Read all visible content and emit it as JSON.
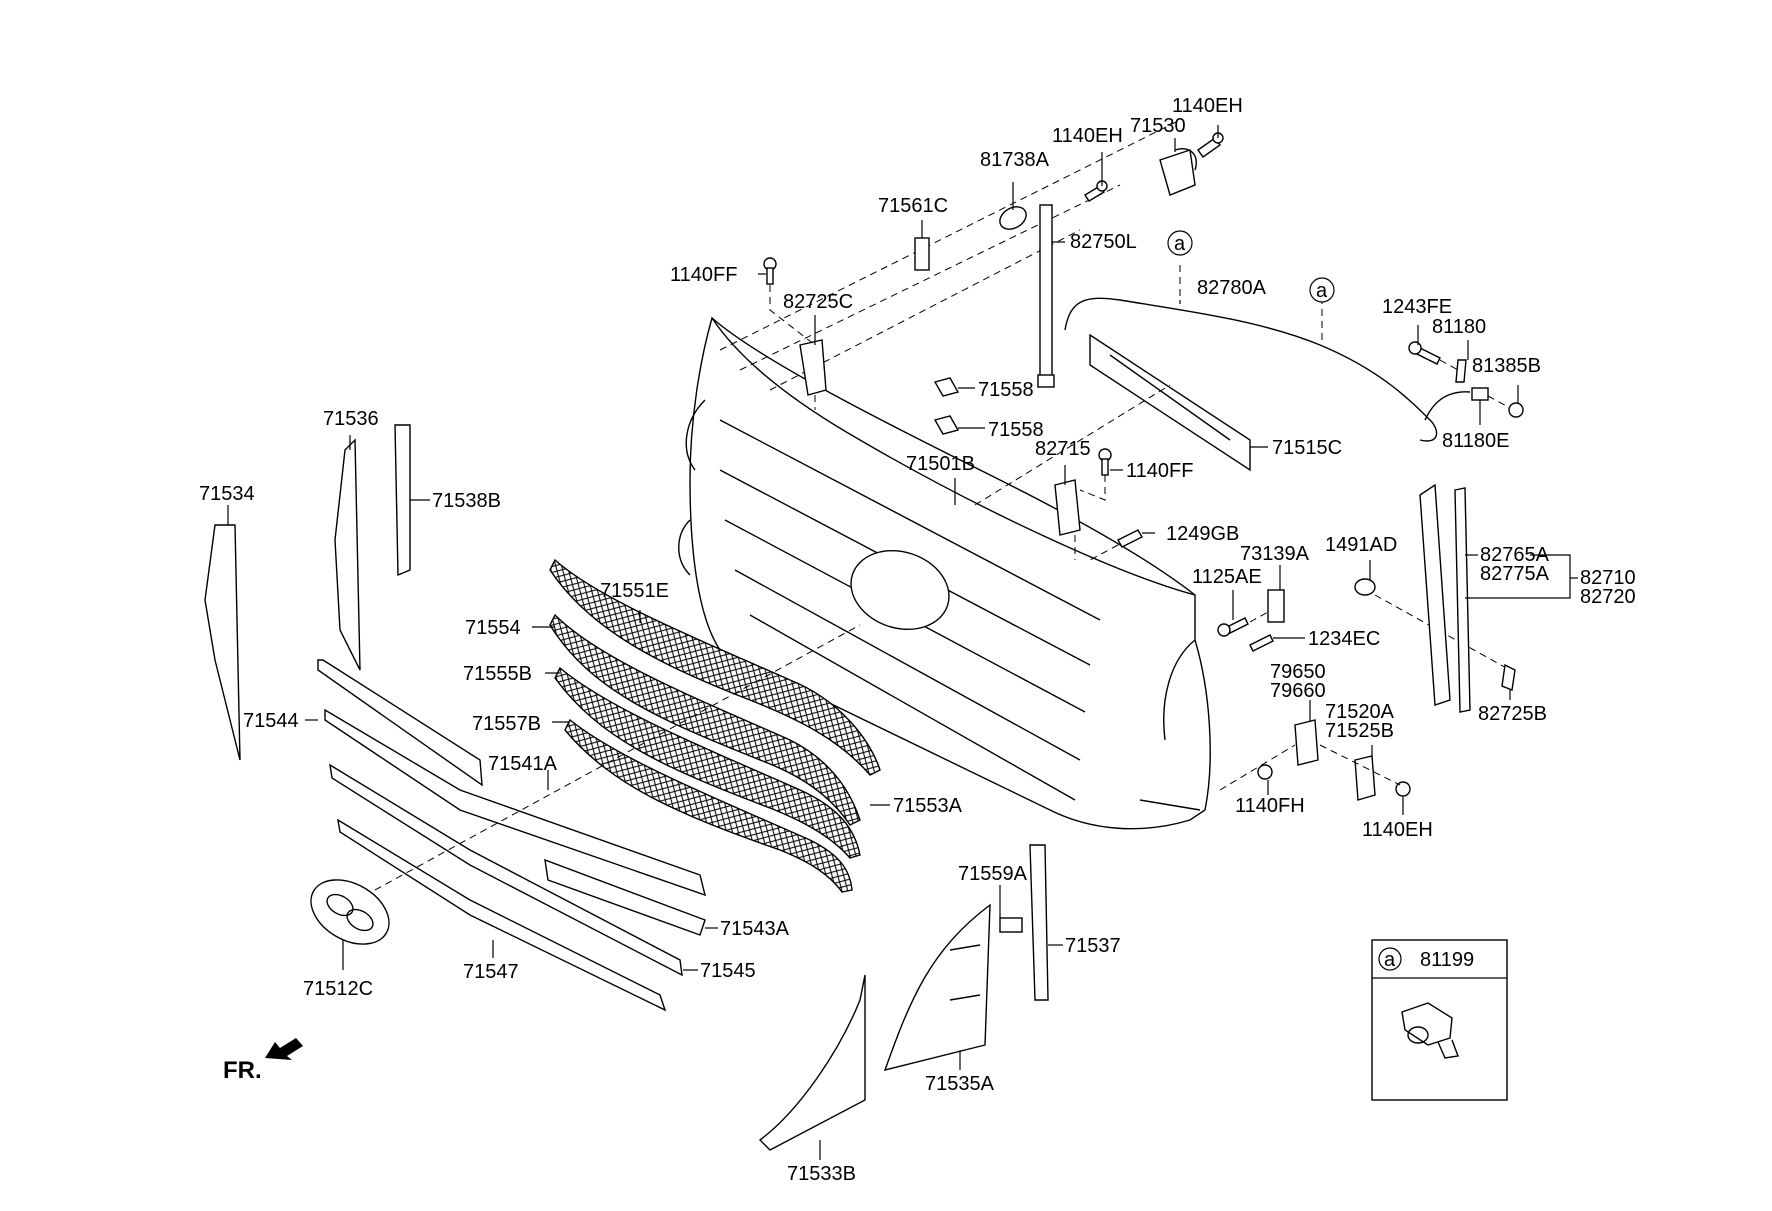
{
  "diagram": {
    "title": "Radiator Grille Exploded Parts Diagram",
    "direction_marker": "FR.",
    "callout_symbol": "a",
    "inset": {
      "callout": "a",
      "part_number": "81199"
    },
    "labels": {
      "p1140EH_top": "1140EH",
      "p71530": "71530",
      "p1140EH_mid": "1140EH",
      "p81738A": "81738A",
      "p71561C": "71561C",
      "p82750L": "82750L",
      "p1140FF_left": "1140FF",
      "p82725C": "82725C",
      "p82780A": "82780A",
      "p1243FE": "1243FE",
      "p81180": "81180",
      "p81385B": "81385B",
      "p81180E": "81180E",
      "p71558_a": "71558",
      "p71558_b": "71558",
      "p71515C": "71515C",
      "p71501B": "71501B",
      "p82715": "82715",
      "p1140FF_right": "1140FF",
      "p1249GB": "1249GB",
      "p73139A": "73139A",
      "p1125AE": "1125AE",
      "p1234EC": "1234EC",
      "p1491AD": "1491AD",
      "p82765A": "82765A",
      "p82775A": "82775A",
      "p82710": "82710",
      "p82720": "82720",
      "p82725B": "82725B",
      "p79650": "79650",
      "p79660": "79660",
      "p71520A": "71520A",
      "p71525B": "71525B",
      "p1140FH": "1140FH",
      "p1140EH_bot": "1140EH",
      "p71536": "71536",
      "p71538B": "71538B",
      "p71534": "71534",
      "p71551E": "71551E",
      "p71554": "71554",
      "p71555B": "71555B",
      "p71557B": "71557B",
      "p71544": "71544",
      "p71541A": "71541A",
      "p71553A": "71553A",
      "p71543A": "71543A",
      "p71545": "71545",
      "p71547": "71547",
      "p71512C": "71512C",
      "p71559A": "71559A",
      "p71537": "71537",
      "p71535A": "71535A",
      "p71533B": "71533B"
    }
  }
}
